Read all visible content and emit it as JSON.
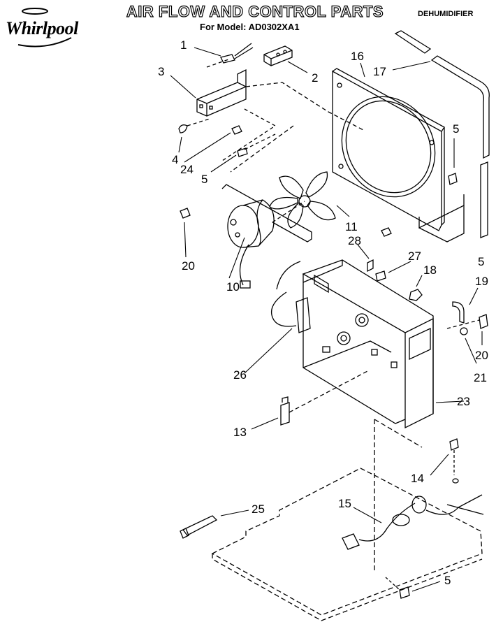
{
  "brand": {
    "logo_text": "Whirlpool"
  },
  "header": {
    "title": "AIR FLOW AND CONTROL PARTS",
    "model_line": "For Model: AD0302XA1",
    "category": "DEHUMIDIFIER"
  },
  "callouts": [
    "1",
    "2",
    "3",
    "4",
    "24",
    "5",
    "16",
    "17",
    "5",
    "11",
    "20",
    "10",
    "28",
    "27",
    "18",
    "5",
    "19",
    "20",
    "26",
    "21",
    "23",
    "13",
    "14",
    "15",
    "25",
    "5"
  ]
}
